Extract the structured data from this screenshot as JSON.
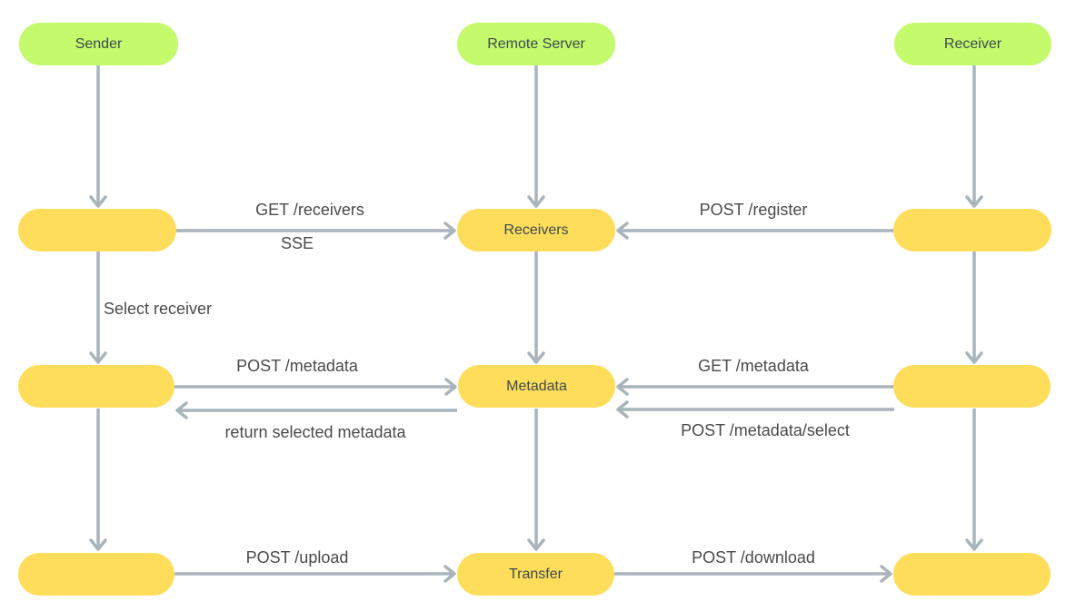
{
  "actors": {
    "sender": "Sender",
    "server": "Remote Server",
    "receiver": "Receiver"
  },
  "server_nodes": {
    "receivers": "Receivers",
    "metadata": "Metadata",
    "transfer": "Transfer"
  },
  "edges": {
    "get_receivers": "GET /receivers",
    "sse": "SSE",
    "post_register": "POST /register",
    "select_receiver": "Select receiver",
    "post_metadata": "POST /metadata",
    "return_selected_metadata": "return selected metadata",
    "get_metadata": "GET /metadata",
    "post_metadata_select": "POST /metadata/select",
    "post_upload": "POST /upload",
    "post_download": "POST /download"
  },
  "colors": {
    "actor_fill": "#c4fa6c",
    "step_fill": "#fedd5b",
    "edge_stroke": "#a9b4bb",
    "text": "#3d4a4f"
  }
}
